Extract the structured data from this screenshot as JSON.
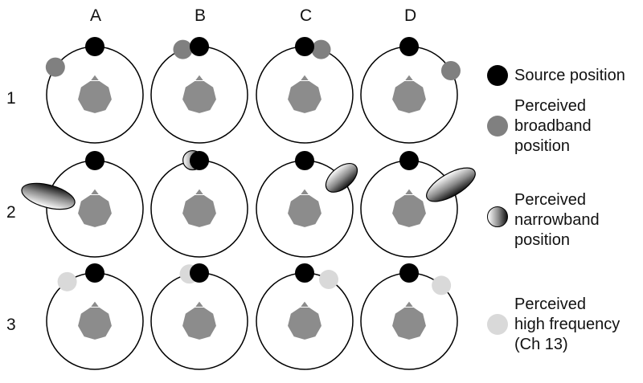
{
  "columns": [
    "A",
    "B",
    "C",
    "D"
  ],
  "rows": [
    "1",
    "2",
    "3"
  ],
  "colors": {
    "source": "#000000",
    "broadband": "#808080",
    "high_frequency": "#d9d9d9",
    "head": "#8c8c8c",
    "ring": "#000000"
  },
  "legend": {
    "source": {
      "lines": [
        "Source position"
      ]
    },
    "broadband": {
      "lines": [
        "Perceived",
        "broadband",
        "position"
      ]
    },
    "narrowband": {
      "lines": [
        "Perceived",
        "narrowband",
        "position"
      ]
    },
    "high_frequency": {
      "lines": [
        "Perceived",
        "high frequency",
        "(Ch 13)"
      ]
    }
  }
}
